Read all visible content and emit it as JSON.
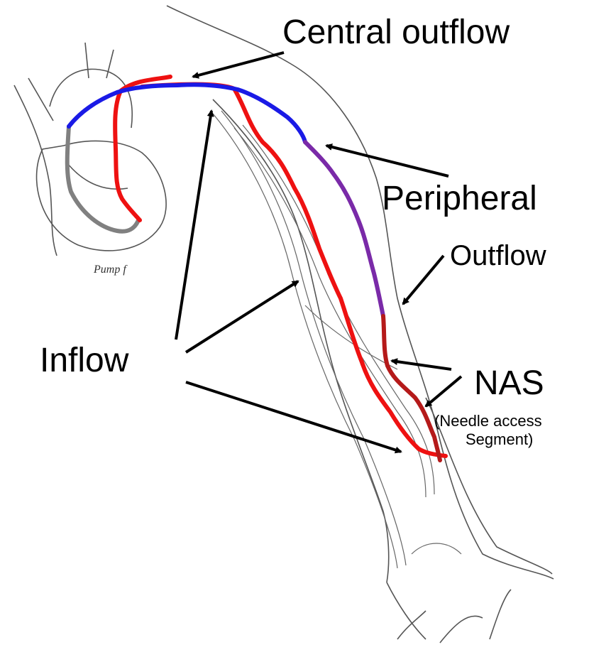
{
  "labels": {
    "central_outflow": "Central outflow",
    "peripheral": "Peripheral",
    "outflow": "Outflow",
    "inflow": "Inflow",
    "nas": "NAS",
    "nas_desc_line1": "(Needle access",
    "nas_desc_line2": "Segment)",
    "pump_caption": "Pump f"
  },
  "colors": {
    "central_outflow_path": "#1a1ae6",
    "inflow_path": "#ee1111",
    "peripheral_outflow_path": "#7a2aa8",
    "nas_path": "#b51a1a",
    "heart_loop_path": "#808080",
    "sketch_lines": "#555555",
    "arrows": "#000000"
  }
}
